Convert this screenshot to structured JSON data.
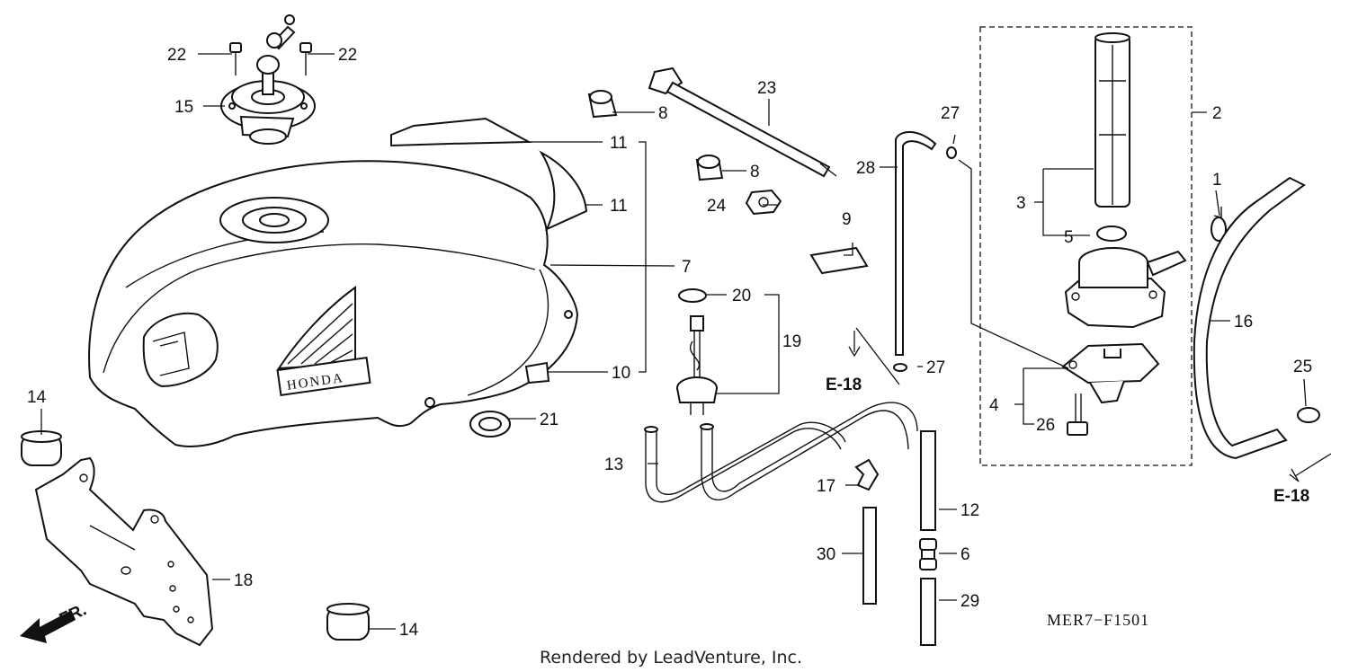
{
  "diagram": {
    "callouts": [
      "1",
      "2",
      "3",
      "4",
      "5",
      "6",
      "7",
      "8",
      "9",
      "10",
      "11",
      "12",
      "13",
      "14",
      "15",
      "16",
      "17",
      "18",
      "19",
      "20",
      "21",
      "22",
      "23",
      "24",
      "25",
      "26",
      "27",
      "28",
      "29",
      "30"
    ],
    "reference": "E-18",
    "direction_label": "FR.",
    "tank_emblem": "HONDA",
    "drawing_code": "MER7−F1501",
    "credit": "Rendered by LeadVenture, Inc."
  }
}
